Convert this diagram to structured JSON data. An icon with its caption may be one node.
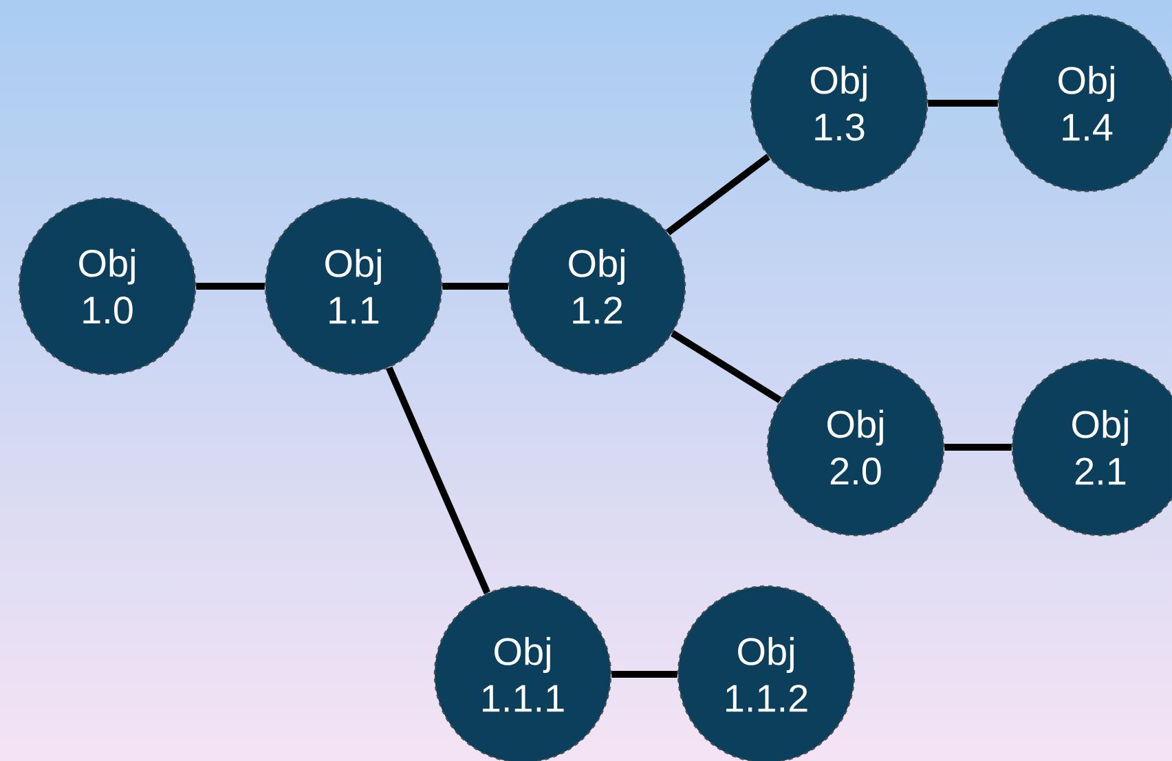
{
  "diagram": {
    "nodes": [
      {
        "text": [
          "Obj 1.0"
        ]
      },
      {
        "text": [
          "Obj 1.1"
        ]
      },
      {
        "text": [
          "Obj 1.2"
        ]
      },
      {
        "text": [
          "Obj 1.3"
        ]
      },
      {
        "text": [
          "Obj 1.4"
        ]
      },
      {
        "text": [
          "Obj 2.0"
        ]
      },
      {
        "text": [
          "Obj 2.1"
        ]
      },
      {
        "text": [
          "Obj 1.1.1"
        ]
      },
      {
        "text": [
          "Obj 1.1.2"
        ]
      }
    ],
    "edges": [
      {
        "from": 0,
        "to": 1,
        "arrow": "none"
      },
      {
        "from": 1,
        "to": 2,
        "arrow": "none"
      },
      {
        "from": 2,
        "to": 3,
        "arrow": "none"
      },
      {
        "from": 3,
        "to": 4,
        "arrow": "none"
      },
      {
        "from": 2,
        "to": 5,
        "arrow": "none"
      },
      {
        "from": 5,
        "to": 6,
        "arrow": "none"
      },
      {
        "from": 1,
        "to": 7,
        "arrow": "none"
      },
      {
        "from": 7,
        "to": 8,
        "arrow": "none"
      }
    ]
  }
}
